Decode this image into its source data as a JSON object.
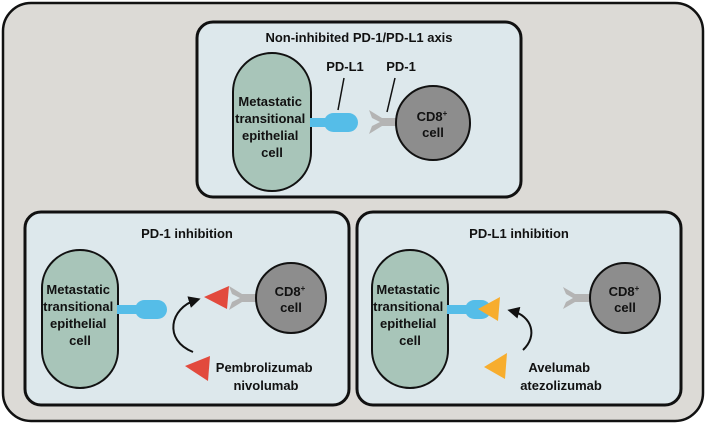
{
  "colors": {
    "outer_bg": "#dcdad6",
    "panel_bg": "#dde8ec",
    "tumor_cell": "#a8c5b9",
    "cd8_cell": "#8d8d8d",
    "pdl1": "#55bde8",
    "pd1": "#b4b4b4",
    "pd1_inhibitor": "#e24a3d",
    "pdl1_inhibitor": "#f7ad2e",
    "stroke": "#111111"
  },
  "top_panel": {
    "title": "Non-inhibited PD-1/PD-L1 axis",
    "pdl1_label": "PD-L1",
    "pd1_label": "PD-1",
    "tumor_cell_lines": [
      "Metastatic",
      "transitional",
      "epithelial",
      "cell"
    ],
    "cd8_main": "CD8",
    "cd8_sup": "+",
    "cd8_sub": "cell"
  },
  "left_panel": {
    "title": "PD-1 inhibition",
    "tumor_cell_lines": [
      "Metastatic",
      "transitional",
      "epithelial",
      "cell"
    ],
    "cd8_main": "CD8",
    "cd8_sup": "+",
    "cd8_sub": "cell",
    "drug_lines": [
      "Pembrolizumab",
      "nivolumab"
    ]
  },
  "right_panel": {
    "title": "PD-L1 inhibition",
    "tumor_cell_lines": [
      "Metastatic",
      "transitional",
      "epithelial",
      "cell"
    ],
    "cd8_main": "CD8",
    "cd8_sup": "+",
    "cd8_sub": "cell",
    "drug_lines": [
      "Avelumab",
      "atezolizumab"
    ]
  }
}
